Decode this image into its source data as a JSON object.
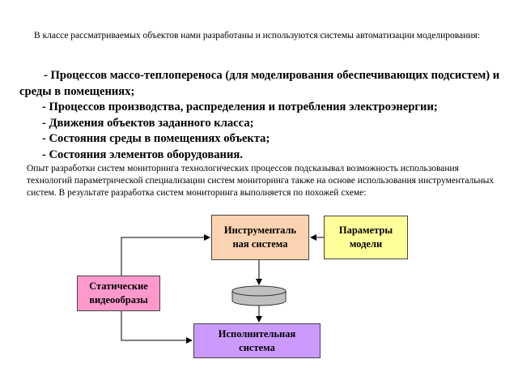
{
  "intro": "В классе рассматриваемых объектов нами разработаны и используются системы автоматизации моделирования:",
  "list": {
    "first": "- Процессов массо-теплопереноса (для моделирования обеспечивающих подсистем) и среды в помещениях;",
    "items": [
      "- Процессов производства, распределения и потребления электроэнергии;",
      "- Движения объектов заданного класса;",
      "- Состояния среды в помещениях объекта;",
      "- Состояния элементов оборудования."
    ]
  },
  "paragraph": "Опыт разработки систем мониторинга технологических процессов подсказывал возможность использования технологий параметрической специализации систем мониторинга также на основе использования инструментальных систем. В результате разработка систем мониторинга выполняется по похожей схеме:",
  "diagram": {
    "instrumental": {
      "line1": "Инструменталь",
      "line2": "ная система",
      "color": "#fbd3b0"
    },
    "params": {
      "line1": "Параметры",
      "line2": "модели",
      "color": "#ffff99"
    },
    "static": {
      "line1": "Статические",
      "line2": "видеообразы",
      "color": "#ff99cc"
    },
    "executive": {
      "line1": "Исполнительная",
      "line2": "система",
      "color": "#cc99ff"
    },
    "database_color": "#c0c0c0"
  }
}
